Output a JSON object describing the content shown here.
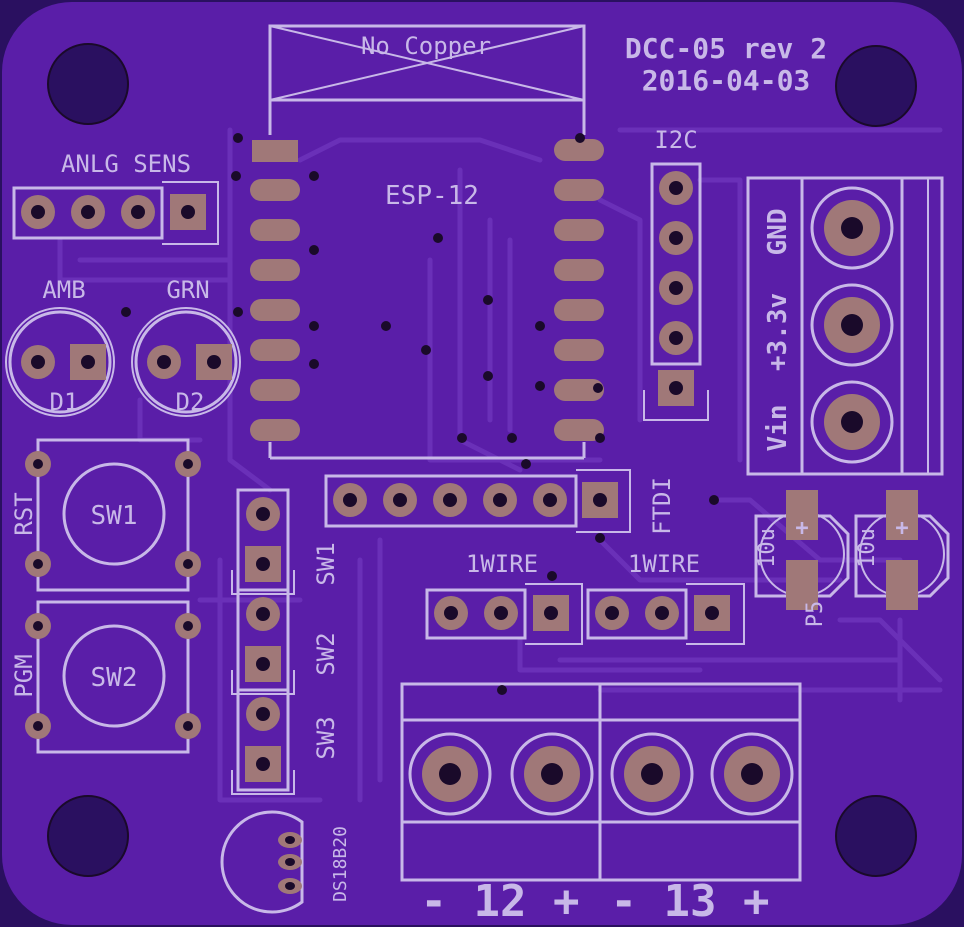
{
  "board": {
    "title": "DCC-05 rev 2",
    "date": "2016-04-03",
    "colors": {
      "substrate": "#5a1ea8",
      "silkscreen": "#c8b8e8",
      "copper": "#a07878",
      "trace": "#6a30b8"
    }
  },
  "labels": {
    "no_copper": "No Copper",
    "esp": "ESP-12",
    "i2c": "I2C",
    "anlg_sens": "ANLG SENS",
    "amb": "AMB",
    "grn": "GRN",
    "d1": "D1",
    "d2": "D2",
    "rst": "RST",
    "pgm": "PGM",
    "sw1_btn": "SW1",
    "sw2_btn": "SW2",
    "sw1_jmp": "SW1",
    "sw2_jmp": "SW2",
    "sw3_jmp": "SW3",
    "ftdi": "FTDI",
    "onewire_a": "1WIRE",
    "onewire_b": "1WIRE",
    "gnd": "GND",
    "v33": "+3.3v",
    "vin": "Vin",
    "cap1": "10u",
    "cap2": "10u",
    "cap_ref": "P5",
    "ds18b20": "DS18B20",
    "term12": "- 12 +",
    "term13": "- 13 +",
    "plus": "+"
  }
}
